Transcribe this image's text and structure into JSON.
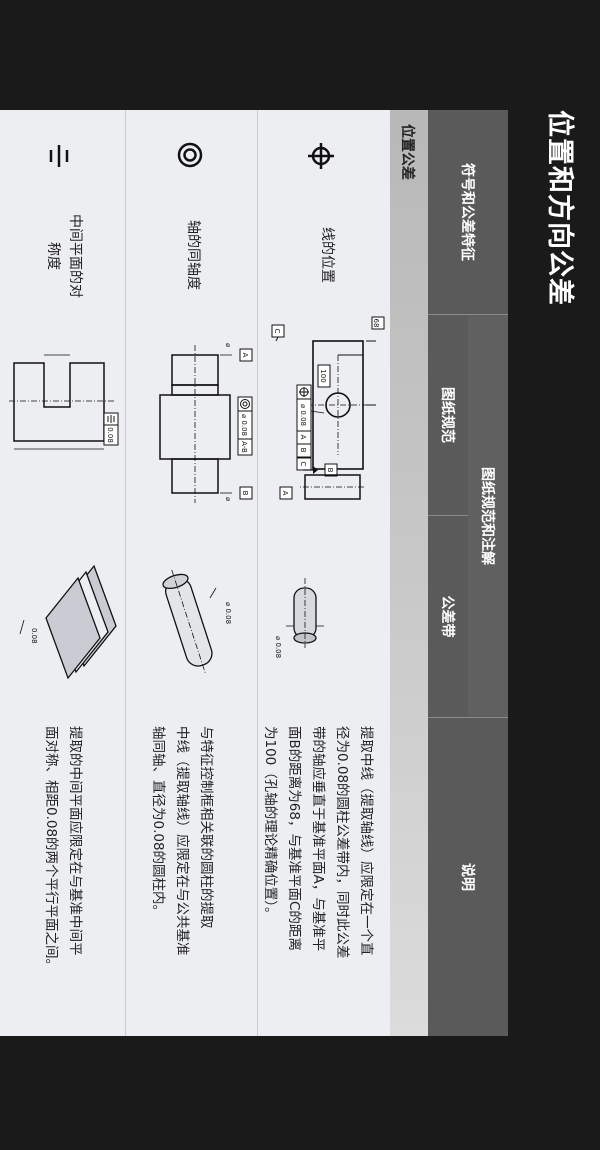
{
  "title": "位置和方向公差",
  "headers": {
    "feature": "符号和公差特征",
    "group": "图纸规范和注解",
    "drawing": "图纸规范",
    "zone": "公差带",
    "explain": "说明"
  },
  "section": "位置公差",
  "rows": [
    {
      "feature_lines": [
        "线的位置"
      ],
      "symbol": "position-icon",
      "fcf": {
        "value": "⌀ 0.08",
        "ref1": "A",
        "ref2": "B",
        "ref3": "C"
      },
      "datum_labels": {
        "a": "A",
        "b": "B",
        "c": "C"
      },
      "dims": {
        "d1": "68",
        "d2": "100"
      },
      "zone_label": "⌀ 0.08",
      "explain_lines": [
        "提取中线（提取轴线）应限定在一个直",
        "径为0.08的圆柱公差带内，同时此公差",
        "带的轴应垂直于基准平面A，与基准平",
        "面B的距离为68，与基准平面C的距离",
        "为100（孔轴的理论精确位置）。"
      ]
    },
    {
      "feature_lines": [
        "轴的同轴度"
      ],
      "symbol": "concentricity-icon",
      "fcf": {
        "value": "⌀ 0.08",
        "ref": "A-B"
      },
      "datum_labels": {
        "a": "A",
        "b": "B"
      },
      "dims": {
        "d1": "⌀",
        "d2": "⌀"
      },
      "zone_label": "⌀ 0.08",
      "explain_lines": [
        "与特征控制框相关联的圆柱的提取",
        "中线（提取轴线）应限定在与公共基准",
        "轴同轴、直径为0.08的圆柱内。"
      ]
    },
    {
      "feature_lines": [
        "中间平面的对",
        "称度"
      ],
      "symbol": "symmetry-icon",
      "fcf": {
        "value": "0.08"
      },
      "zone_label": "0.08",
      "explain_lines": [
        "提取的中间平面应限定在与基准中间平",
        "面对称、相距0.08的两个平行平面之间。"
      ]
    }
  ]
}
